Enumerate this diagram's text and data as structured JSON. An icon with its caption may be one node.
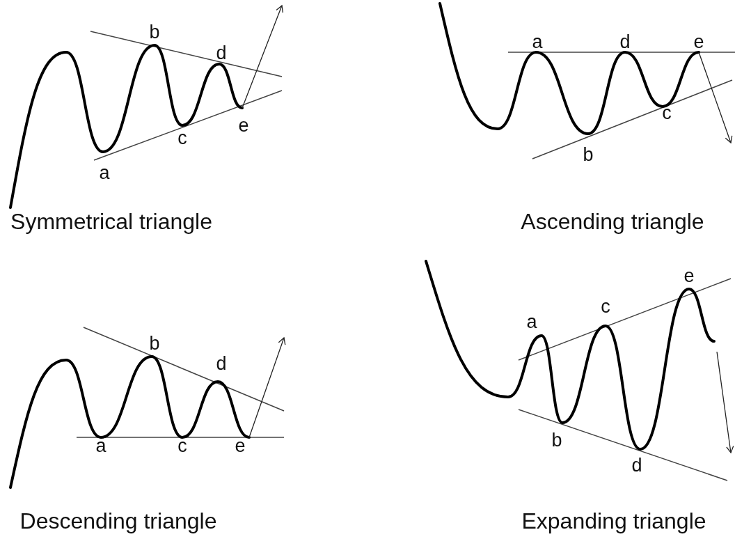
{
  "diagram": {
    "labels": [
      "b",
      "d",
      "c",
      "e",
      "a",
      "Symmetrical triangle",
      "a",
      "d",
      "e",
      "c",
      "b",
      "Ascending triangle",
      "b",
      "d",
      "a",
      "c",
      "e",
      "Descending triangle",
      "e",
      "c",
      "a",
      "b",
      "d",
      "Expanding triangle"
    ]
  }
}
